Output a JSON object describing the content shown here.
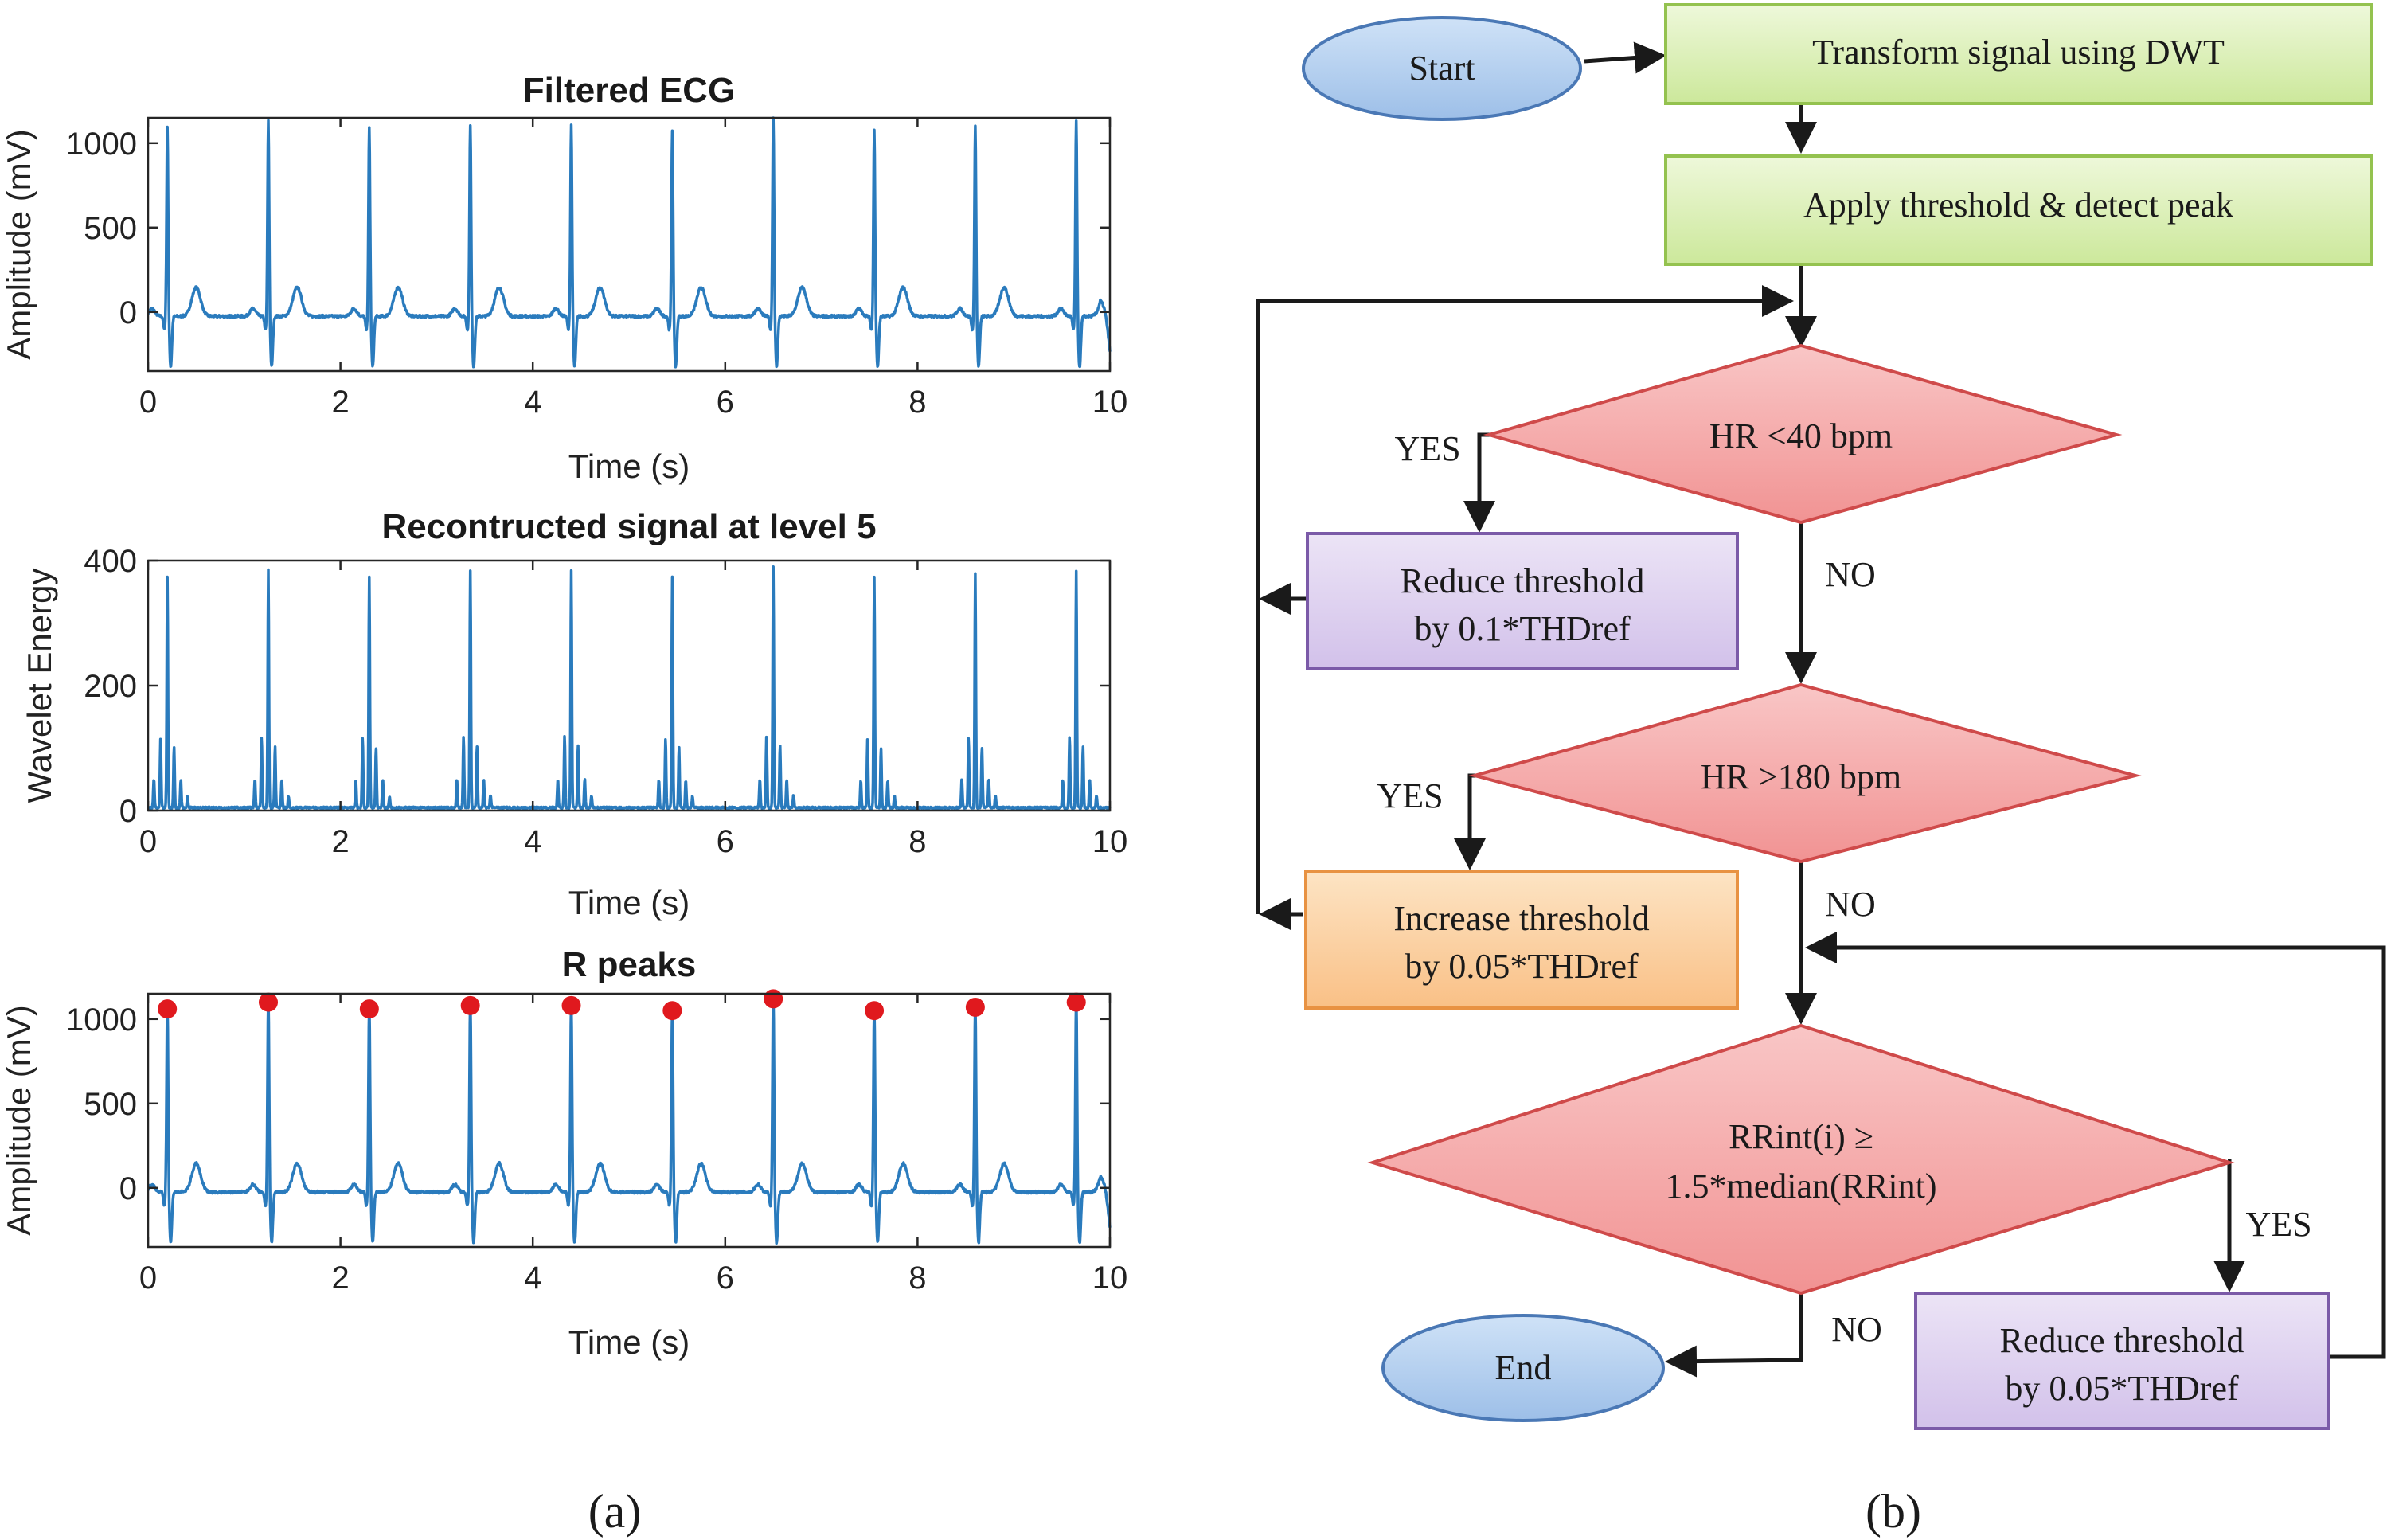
{
  "figure_a": {
    "caption": "(a)",
    "charts": [
      {
        "type": "line",
        "title": "Filtered ECG",
        "xlabel": "Time (s)",
        "ylabel": "Amplitude (mV)",
        "xlim": [
          0,
          10
        ],
        "ylim": [
          -350,
          1150
        ],
        "xticks": [
          "0",
          "2",
          "4",
          "6",
          "8",
          "10"
        ],
        "yticks": [
          "0",
          "500",
          "1000"
        ],
        "signal": "ecg",
        "beats_s": [
          0.2,
          1.25,
          2.3,
          3.35,
          4.4,
          5.45,
          6.5,
          7.55,
          8.6,
          9.65
        ],
        "peak_mV": [
          1060,
          1100,
          1060,
          1080,
          1080,
          1050,
          1120,
          1050,
          1070,
          1100
        ]
      },
      {
        "type": "line",
        "title": "Recontructed signal at level 5",
        "xlabel": "Time (s)",
        "ylabel": "Wavelet Energy",
        "xlim": [
          0,
          10
        ],
        "ylim": [
          0,
          400
        ],
        "xticks": [
          "0",
          "2",
          "4",
          "6",
          "8",
          "10"
        ],
        "yticks": [
          "0",
          "200",
          "400"
        ],
        "signal": "energy",
        "beats_s": [
          0.2,
          1.25,
          2.3,
          3.35,
          4.4,
          5.45,
          6.5,
          7.55,
          8.6,
          9.65
        ],
        "peak_energy": [
          370,
          380,
          370,
          380,
          380,
          370,
          385,
          370,
          375,
          380
        ]
      },
      {
        "type": "line",
        "title": "R peaks",
        "xlabel": "Time (s)",
        "ylabel": "Amplitude (mV)",
        "xlim": [
          0,
          10
        ],
        "ylim": [
          -350,
          1150
        ],
        "xticks": [
          "0",
          "2",
          "4",
          "6",
          "8",
          "10"
        ],
        "yticks": [
          "0",
          "500",
          "1000"
        ],
        "signal": "ecg",
        "beats_s": [
          0.2,
          1.25,
          2.3,
          3.35,
          4.4,
          5.45,
          6.5,
          7.55,
          8.6,
          9.65
        ],
        "peak_mV": [
          1060,
          1100,
          1060,
          1080,
          1080,
          1050,
          1120,
          1050,
          1070,
          1100
        ],
        "markers": [
          {
            "x": 0.2,
            "y": 1060
          },
          {
            "x": 1.25,
            "y": 1100
          },
          {
            "x": 2.3,
            "y": 1060
          },
          {
            "x": 3.35,
            "y": 1080
          },
          {
            "x": 4.4,
            "y": 1080
          },
          {
            "x": 5.45,
            "y": 1050
          },
          {
            "x": 6.5,
            "y": 1120
          },
          {
            "x": 7.55,
            "y": 1050
          },
          {
            "x": 8.6,
            "y": 1070
          },
          {
            "x": 9.65,
            "y": 1100
          }
        ],
        "marker_color": "#e0191e"
      }
    ],
    "signal_color": "#2a7bbd"
  },
  "figure_b": {
    "caption": "(b)",
    "nodes": {
      "start": "Start",
      "transform": "Transform signal using DWT",
      "threshold": "Apply threshold & detect peak",
      "hr_low": "HR <40 bpm",
      "reduce1_line1": "Reduce threshold",
      "reduce1_line2": "by 0.1*THDref",
      "hr_high": "HR >180 bpm",
      "increase_line1": "Increase threshold",
      "increase_line2": "by 0.05*THDref",
      "rr_line1": "RRint(i) ≥",
      "rr_line2": "1.5*median(RRint)",
      "reduce2_line1": "Reduce threshold",
      "reduce2_line2": "by 0.05*THDref",
      "end": "End"
    },
    "labels": {
      "yes": "YES",
      "no": "NO"
    },
    "colors": {
      "terminal_fill": "#a9c8ec",
      "terminal_stroke": "#4a78b5",
      "process_fill": "#d9efb3",
      "process_stroke": "#94c24f",
      "decision_fill": "#f5a3a3",
      "decision_stroke": "#cf4a4a",
      "purple_fill": "#ddd0ee",
      "purple_stroke": "#7b5aa8",
      "orange_fill": "#fcd3a6",
      "orange_stroke": "#e89242"
    }
  }
}
